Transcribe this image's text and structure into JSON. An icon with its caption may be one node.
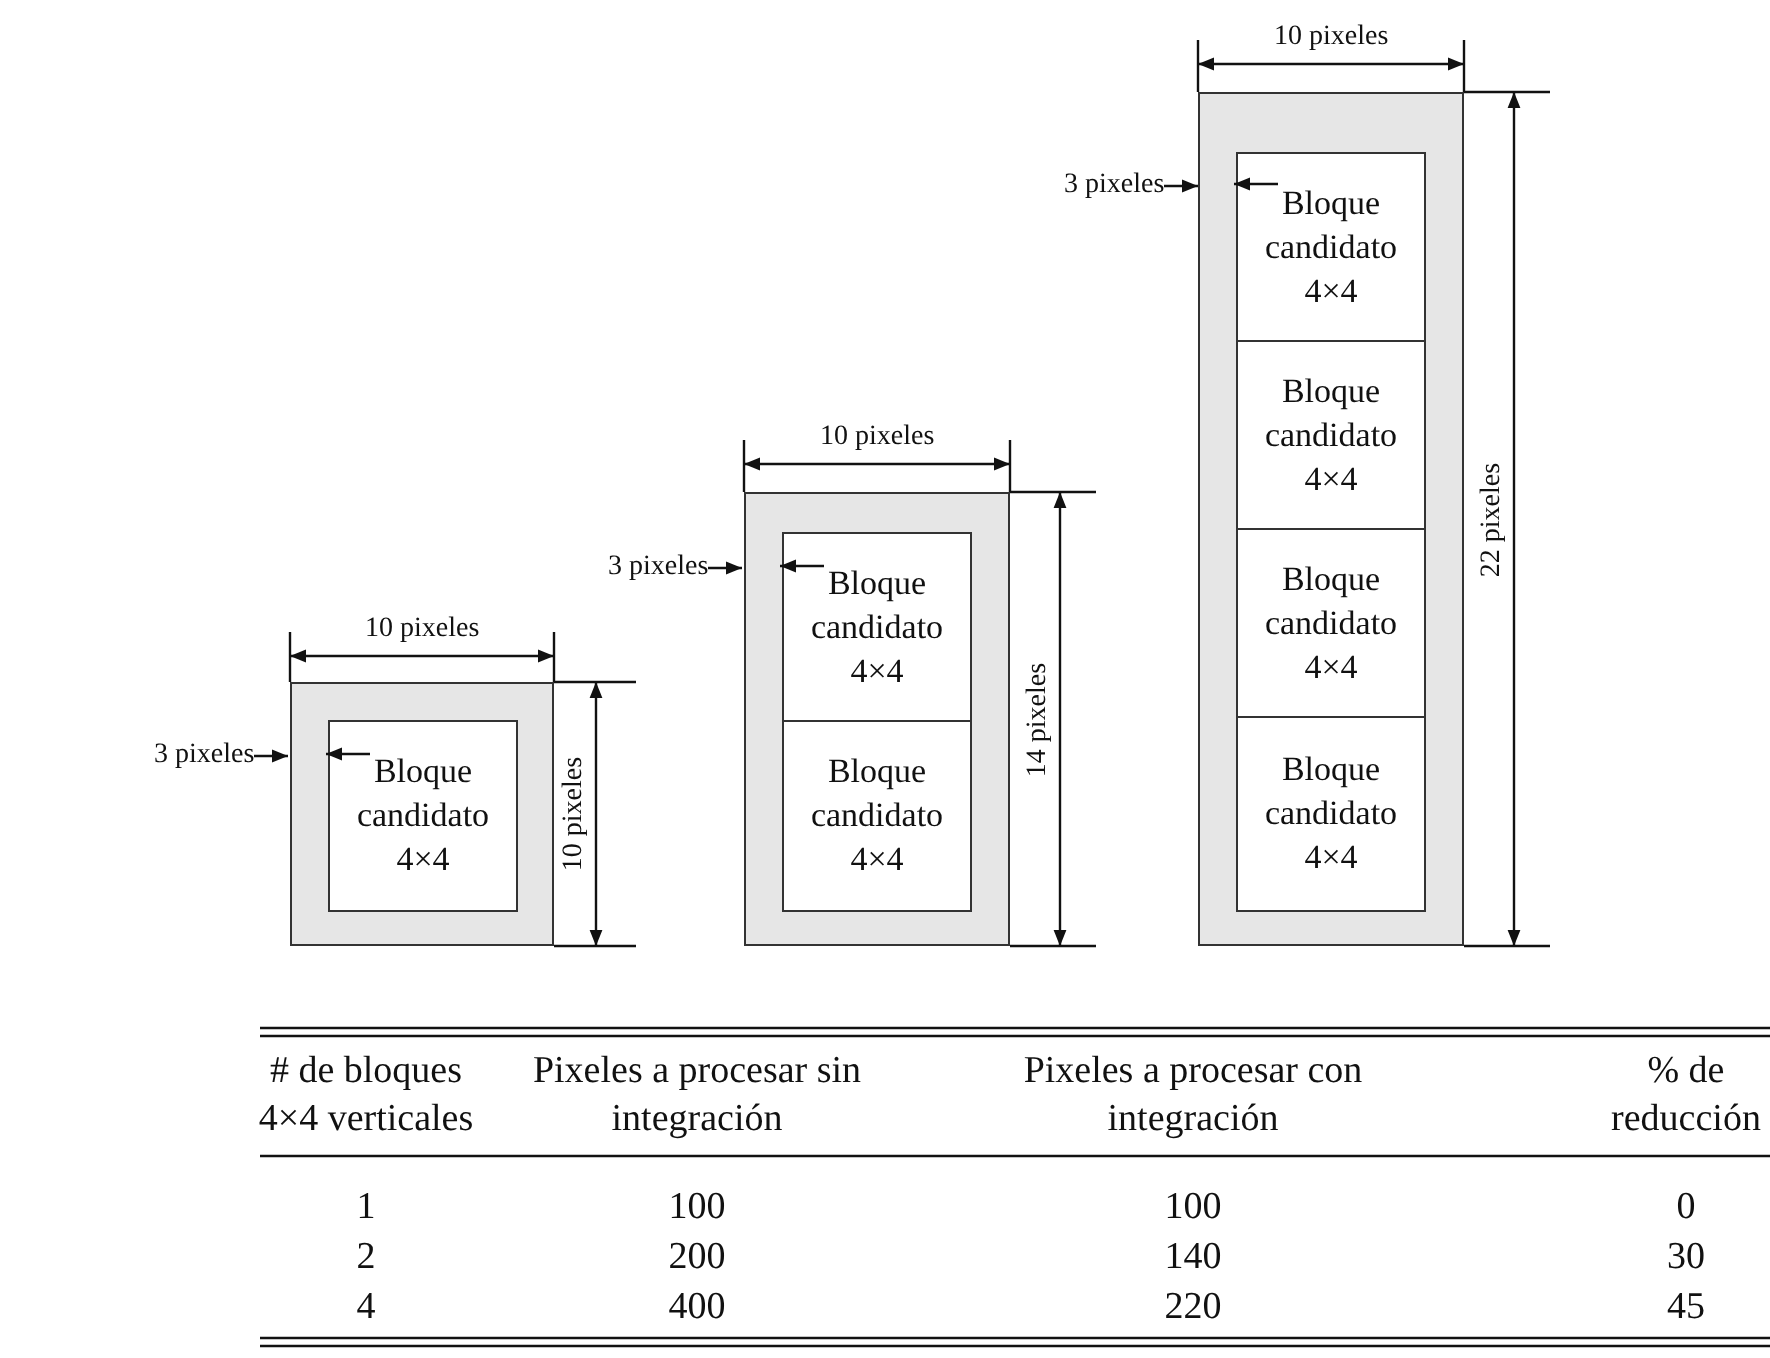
{
  "diagram": {
    "nodes": [
      {
        "text": [],
        "shape": "box"
      },
      {
        "text": [
          "Bloque candidato 4×4"
        ],
        "in": 0
      },
      {
        "text": [],
        "shape": "box"
      },
      {
        "text": [
          "Bloque candidato 4×4"
        ],
        "in": 2
      },
      {
        "text": [
          "Bloque candidato 4×4"
        ],
        "in": 2
      },
      {
        "text": [],
        "shape": "box"
      },
      {
        "text": [
          "Bloque candidato 4×4"
        ],
        "in": 5
      },
      {
        "text": [
          "Bloque candidato 4×4"
        ],
        "in": 5
      },
      {
        "text": [
          "Bloque candidato 4×4"
        ],
        "in": 5
      },
      {
        "text": [
          "Bloque candidato 4×4"
        ],
        "in": 5
      }
    ],
    "edges": [],
    "labels": [
      "10 pixeles",
      "3 pixeles",
      "22 pixeles",
      "10 pixeles",
      "3 pixeles",
      "14 pixeles",
      "10 pixeles",
      "3 pixeles",
      "10 pixeles",
      "# de bloques 4×4 verticales",
      "Pixeles a procesar sin integración",
      "Pixeles a procesar con integración",
      "% de reducción",
      "1",
      "100",
      "100",
      "0",
      "2",
      "200",
      "140",
      "30",
      "4",
      "400",
      "220",
      "45"
    ]
  }
}
